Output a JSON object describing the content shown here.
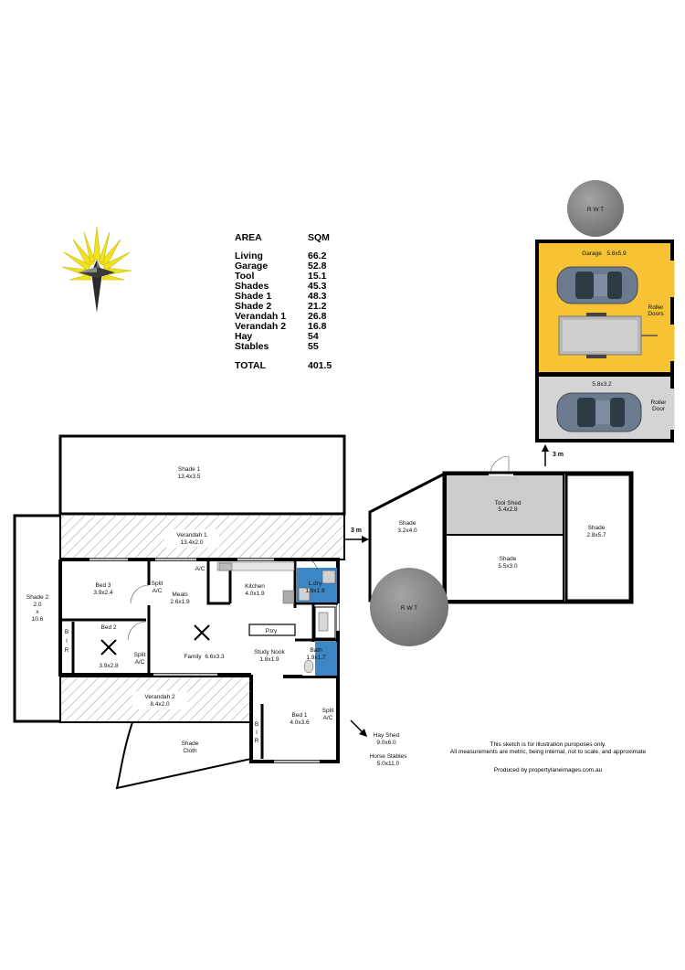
{
  "area_table": {
    "header": {
      "area": "AREA",
      "sqm": "SQM"
    },
    "rows": [
      {
        "name": "Living",
        "value": "66.2"
      },
      {
        "name": "Garage",
        "value": "52.8"
      },
      {
        "name": "Tool",
        "value": "15.1"
      },
      {
        "name": "Shades",
        "value": "45.3"
      },
      {
        "name": "Shade 1",
        "value": "48.3"
      },
      {
        "name": "Shade 2",
        "value": "21.2"
      },
      {
        "name": "Verandah 1",
        "value": "26.8"
      },
      {
        "name": "Verandah 2",
        "value": "16.8"
      },
      {
        "name": "Hay",
        "value": "54"
      },
      {
        "name": "Stables",
        "value": "55"
      }
    ],
    "total": {
      "name": "TOTAL",
      "value": "401.5"
    }
  },
  "house": {
    "shade1": {
      "name": "Shade 1",
      "dims": "13.4x3.5"
    },
    "verandah1": {
      "name": "Verandah 1",
      "dims": "13.4x2.0"
    },
    "shade2": {
      "name": "Shade 2",
      "l1": "2.0",
      "l2": "x",
      "l3": "10.6"
    },
    "bed3": {
      "name": "Bed 3",
      "dims": "3.9x2.4"
    },
    "split_ac_bed3": {
      "l1": "Split",
      "l2": "A/C"
    },
    "meals": {
      "name": "Meals",
      "dims": "2.6x1.9"
    },
    "ac": "A/C",
    "kitchen": {
      "name": "Kitchen",
      "dims": "4.0x1.9"
    },
    "laundry": {
      "name": "L.dry",
      "dims": "1.9x1.9"
    },
    "bed2": {
      "name": "Bed 2",
      "dims": "3.9x2.8"
    },
    "bir_bed2": {
      "l1": "B",
      "l2": "I",
      "l3": "R"
    },
    "split_ac_bed2": {
      "l1": "Split",
      "l2": "A/C"
    },
    "family": {
      "name": "Family",
      "dims": "6.6x3.3"
    },
    "pantry": "P.try",
    "study": {
      "name": "Study Nook",
      "dims": "1.8x1.9"
    },
    "bath": {
      "name": "Bath",
      "dims": "1.9x1.7"
    },
    "verandah2": {
      "name": "Verandah 2",
      "dims": "8.4x2.0"
    },
    "bed1": {
      "name": "Bed 1",
      "dims": "4.0x3.6"
    },
    "bir_bed1": {
      "l1": "B",
      "l2": "I",
      "l3": "R"
    },
    "split_ac_bed1": {
      "l1": "Split",
      "l2": "A/C"
    },
    "shade_cloth": {
      "l1": "Shade",
      "l2": "Cloth"
    }
  },
  "outbuildings": {
    "gap_3m_left": "3 m",
    "shade_a": {
      "name": "Shade",
      "dims": "3.2x4.0"
    },
    "tool_shed": {
      "name": "Tool Shed",
      "dims": "5.4x2.8"
    },
    "shade_b": {
      "name": "Shade",
      "dims": "5.5x3.0"
    },
    "shade_c": {
      "name": "Shade",
      "dims": "2.8x5.7"
    },
    "gap_3m_garage": "3 m",
    "garage": {
      "name": "Garage",
      "dims": "5.8x5.9",
      "door_l1": "Roller",
      "door_l2": "Doors"
    },
    "carport": {
      "dims": "5.8x3.2",
      "door_l1": "Roller",
      "door_l2": "Door"
    },
    "rwt_top": "R W T",
    "rwt_mid": "R W T",
    "hay_shed": {
      "name": "Hay Shed",
      "dims": "9.0x6.0"
    },
    "stables": {
      "name": "Horse Stables",
      "dims": "5.0x11.0"
    }
  },
  "disclaimer": {
    "line1": "This sketch is for illustration puroposes only.",
    "line2": "All measurements are metric, being internal, not to scale, and approximate",
    "credit": "Produced by propertylaneimages.com.au"
  },
  "colors": {
    "wall": "#000000",
    "garage_fill": "#f7c233",
    "carport_fill": "#d4d4d4",
    "wet_area": "#3d86c6",
    "tool_shed_fill": "#cccccc",
    "tank": "#8a8a8a",
    "hatch": "#999999",
    "compass_gold": "#f0e21c"
  }
}
